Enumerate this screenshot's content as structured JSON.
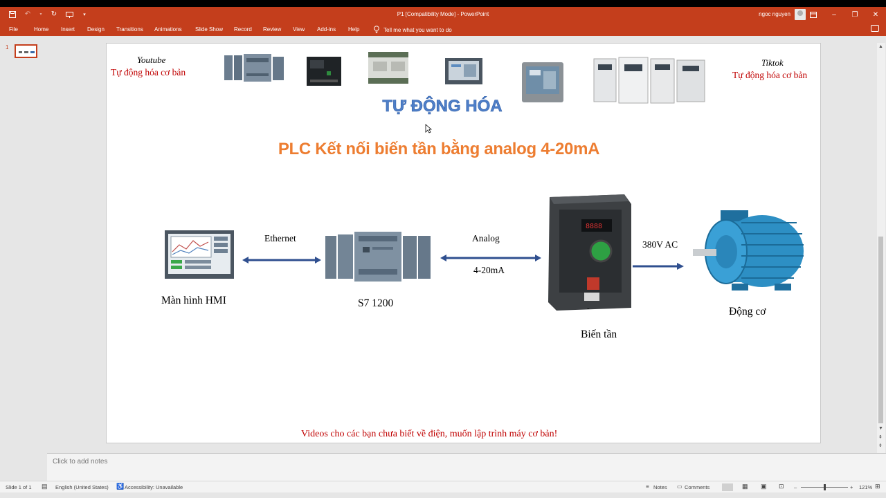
{
  "window": {
    "title": "P1 [Compatibility Mode] - PowerPoint",
    "user": "ngoc nguyen"
  },
  "ribbon": {
    "tabs": [
      "File",
      "Home",
      "Insert",
      "Design",
      "Transitions",
      "Animations",
      "Slide Show",
      "Record",
      "Review",
      "View",
      "Add-ins",
      "Help"
    ],
    "tell_me": "Tell me what you want to do"
  },
  "thumbnails": {
    "slide_number": "1"
  },
  "slide": {
    "top_left": {
      "platform": "Youtube",
      "channel": "Tự động hóa cơ bản"
    },
    "top_right": {
      "platform": "Tiktok",
      "channel": "Tự động hóa cơ bản"
    },
    "brand": "TỰ ĐỘNG HÓA",
    "title": "PLC Kết nối biến tần bằng analog 4-20mA",
    "hmi_label": "Màn hình HMI",
    "ethernet_label": "Ethernet",
    "plc_label": "S7 1200",
    "analog_label": "Analog",
    "analog_range": "4-20mA",
    "inverter_label": "Biến tần",
    "inverter_dash": "-",
    "ac_label": "380V AC",
    "motor_label": "Động cơ",
    "footer": "Videos cho các bạn chưa biết về điện, muốn lập trình máy cơ bản!",
    "colors": {
      "brand": "#4f7fc8",
      "title": "#ed7d31",
      "red": "#c00000",
      "arrow": "#2f4f8f"
    }
  },
  "notes": {
    "placeholder": "Click to add notes"
  },
  "status": {
    "slide": "Slide 1 of 1",
    "language": "English (United States)",
    "accessibility": "Accessibility: Unavailable",
    "notes_btn": "Notes",
    "comments_btn": "Comments",
    "zoom": "121%"
  }
}
